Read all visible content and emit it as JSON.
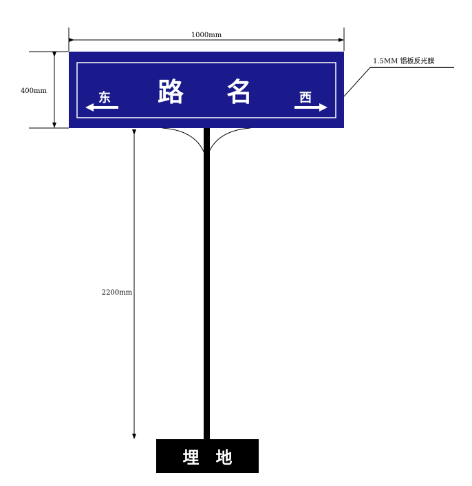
{
  "dimensions": {
    "width_label": "1000mm",
    "height_label": "400mm",
    "pole_label": "2200mm"
  },
  "material_label": "1.5MM 铝板反光膜",
  "sign": {
    "road_name_left": "路",
    "road_name_right": "名",
    "direction_left": "东",
    "direction_right": "西"
  },
  "base_label": "埋　地",
  "colors": {
    "sign_blue": "#1a1a8c",
    "sign_border": "#ffffff",
    "pole": "#000000",
    "base": "#000000"
  }
}
